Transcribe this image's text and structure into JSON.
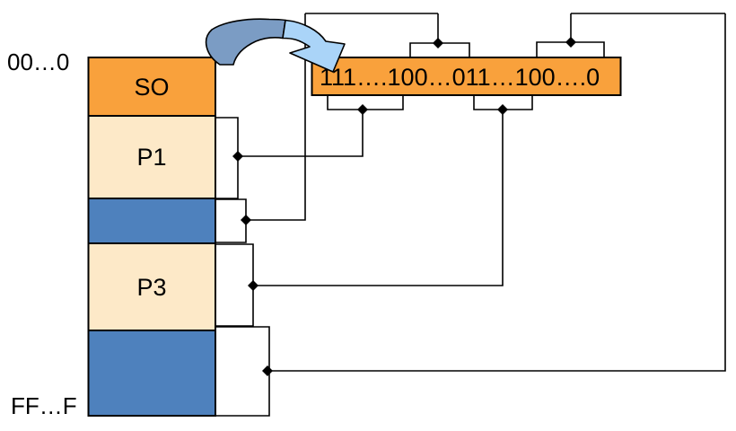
{
  "colors": {
    "background": "#FFFFFF",
    "os_fill": "#F9A13C",
    "process_fill": "#FDE9C8",
    "hole_fill": "#4E81BD",
    "bitmap_fill": "#F9A13C",
    "arrow_dark": "#7B9CC4",
    "arrow_light": "#AAD4F8",
    "line_black": "#000000",
    "line_gray": "#8C8C8C"
  },
  "memory_map": {
    "top_address": "00…0",
    "bottom_address": "FF…F",
    "segments": [
      {
        "label": "SO",
        "color": "#F9A13C"
      },
      {
        "label": "P1",
        "color": "#FDE9C8"
      },
      {
        "label": "",
        "color": "#4E81BD"
      },
      {
        "label": "P3",
        "color": "#FDE9C8"
      },
      {
        "label": "",
        "color": "#4E81BD"
      }
    ]
  },
  "bitmap": {
    "bits": "111….100…011…100….0"
  },
  "icons": {
    "mapping_arrow": "curved-right-arrow"
  }
}
